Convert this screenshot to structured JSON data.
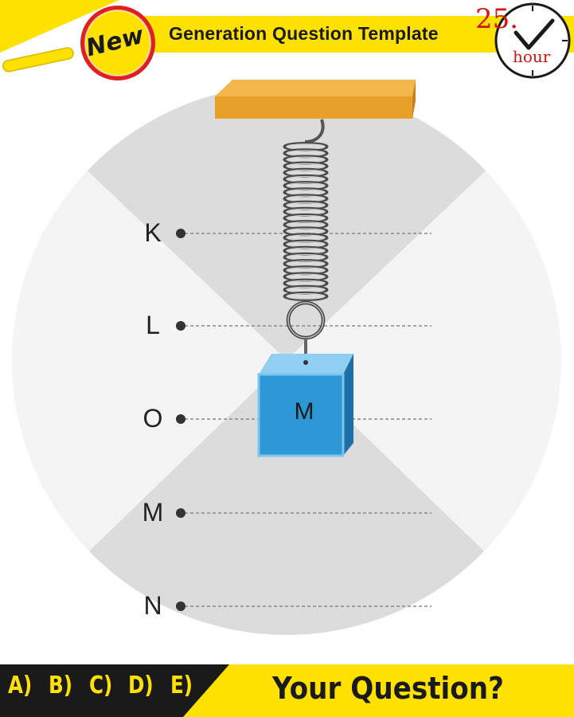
{
  "header": {
    "badge": "New",
    "title": "Generation Question Template",
    "clock_number": "25.",
    "clock_unit": "hour"
  },
  "diagram": {
    "positions": [
      "K",
      "L",
      "O",
      "M",
      "N"
    ],
    "mass_label": "M"
  },
  "footer": {
    "options": [
      "A)",
      "B)",
      "C)",
      "D)",
      "E)"
    ],
    "question": "Your Question?"
  },
  "colors": {
    "accent_yellow": "#ffe100",
    "dark": "#1a1a1a",
    "block_blue": "#2e97d6",
    "ceiling_orange": "#e8a02a",
    "badge_red": "#d41414"
  }
}
